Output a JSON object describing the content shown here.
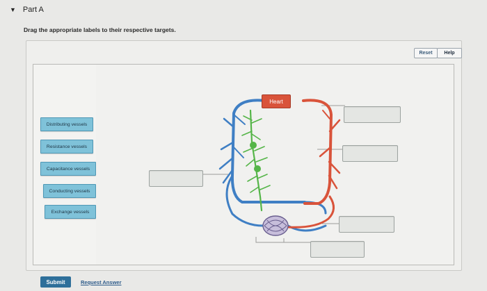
{
  "part": {
    "label": "Part A"
  },
  "instructions": "Drag the appropriate labels to their respective targets.",
  "toolbar": {
    "reset_label": "Reset",
    "help_label": "Help"
  },
  "labels": [
    "Distributing vessels",
    "Resistance vessels",
    "Capacitance vessels",
    "Conducting vessels",
    "Exchange vessels"
  ],
  "diagram": {
    "heart_label": "Heart",
    "artery_color": "#d9533a",
    "vein_color": "#3f7fc4",
    "nerve_color": "#55b548"
  },
  "footer": {
    "submit_label": "Submit",
    "request_label": "Request Answer"
  }
}
